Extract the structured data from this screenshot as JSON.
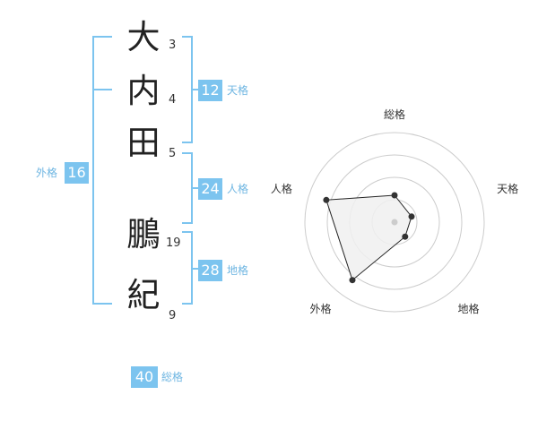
{
  "name_chars": [
    {
      "char": "大",
      "strokes": "3"
    },
    {
      "char": "内",
      "strokes": "4"
    },
    {
      "char": "田",
      "strokes": "5"
    },
    {
      "char": "鵬",
      "strokes": "19"
    },
    {
      "char": "紀",
      "strokes": "9"
    }
  ],
  "kakusu": {
    "tenkaku": {
      "value": "12",
      "label": "天格"
    },
    "jinkaku": {
      "value": "24",
      "label": "人格"
    },
    "chikaku": {
      "value": "28",
      "label": "地格"
    },
    "gaikaku": {
      "value": "16",
      "label": "外格"
    },
    "soukaku": {
      "value": "40",
      "label": "総格"
    }
  },
  "chart_data": {
    "type": "radar",
    "axes": [
      "総格",
      "天格",
      "地格",
      "外格",
      "人格"
    ],
    "rings": 4,
    "values": [
      0.3,
      0.2,
      0.2,
      0.8,
      0.8
    ],
    "colors": {
      "ring": "#cccccc",
      "fill": "#f0f0f0",
      "line": "#222222",
      "point": "#333333",
      "center": "#cccccc"
    }
  }
}
